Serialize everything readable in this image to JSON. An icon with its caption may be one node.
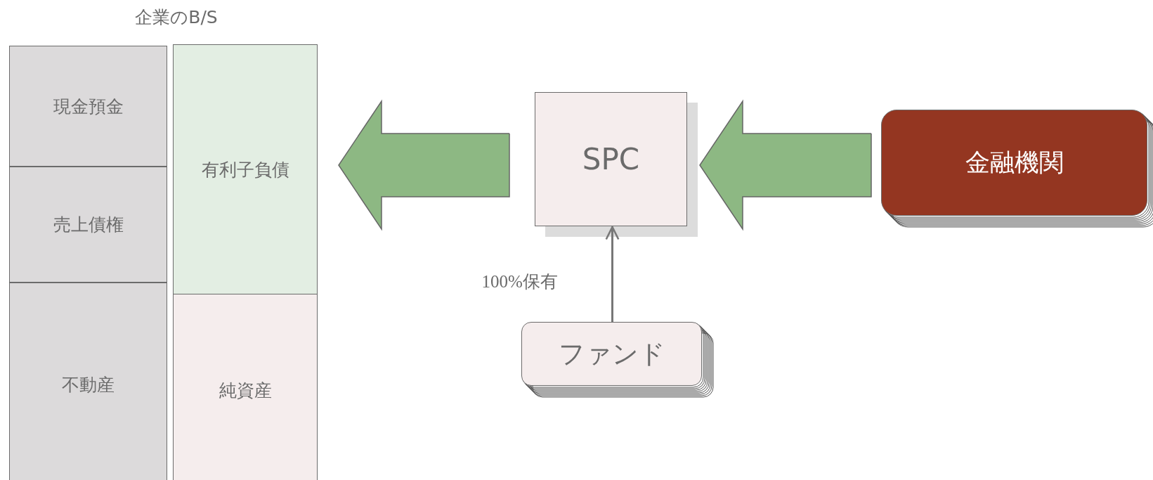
{
  "diagram": {
    "title": "企業のB/S",
    "nodes": [
      {
        "text": [
          "現金預金"
        ]
      },
      {
        "text": [
          "売上債権"
        ]
      },
      {
        "text": [
          "不動産"
        ]
      },
      {
        "text": [
          "有利子負債"
        ]
      },
      {
        "text": [
          "純資産"
        ]
      },
      {
        "text": [
          "SPC"
        ]
      },
      {
        "text": [
          "金融機関"
        ]
      },
      {
        "text": [
          "ファンド"
        ]
      }
    ],
    "edges": [
      {
        "from": 5,
        "to": 3,
        "arrow": "to",
        "style": "thick"
      },
      {
        "from": 6,
        "to": 5,
        "arrow": "to",
        "style": "thick"
      },
      {
        "from": 7,
        "to": 5,
        "arrow": "to",
        "label": "100%保有"
      }
    ]
  }
}
